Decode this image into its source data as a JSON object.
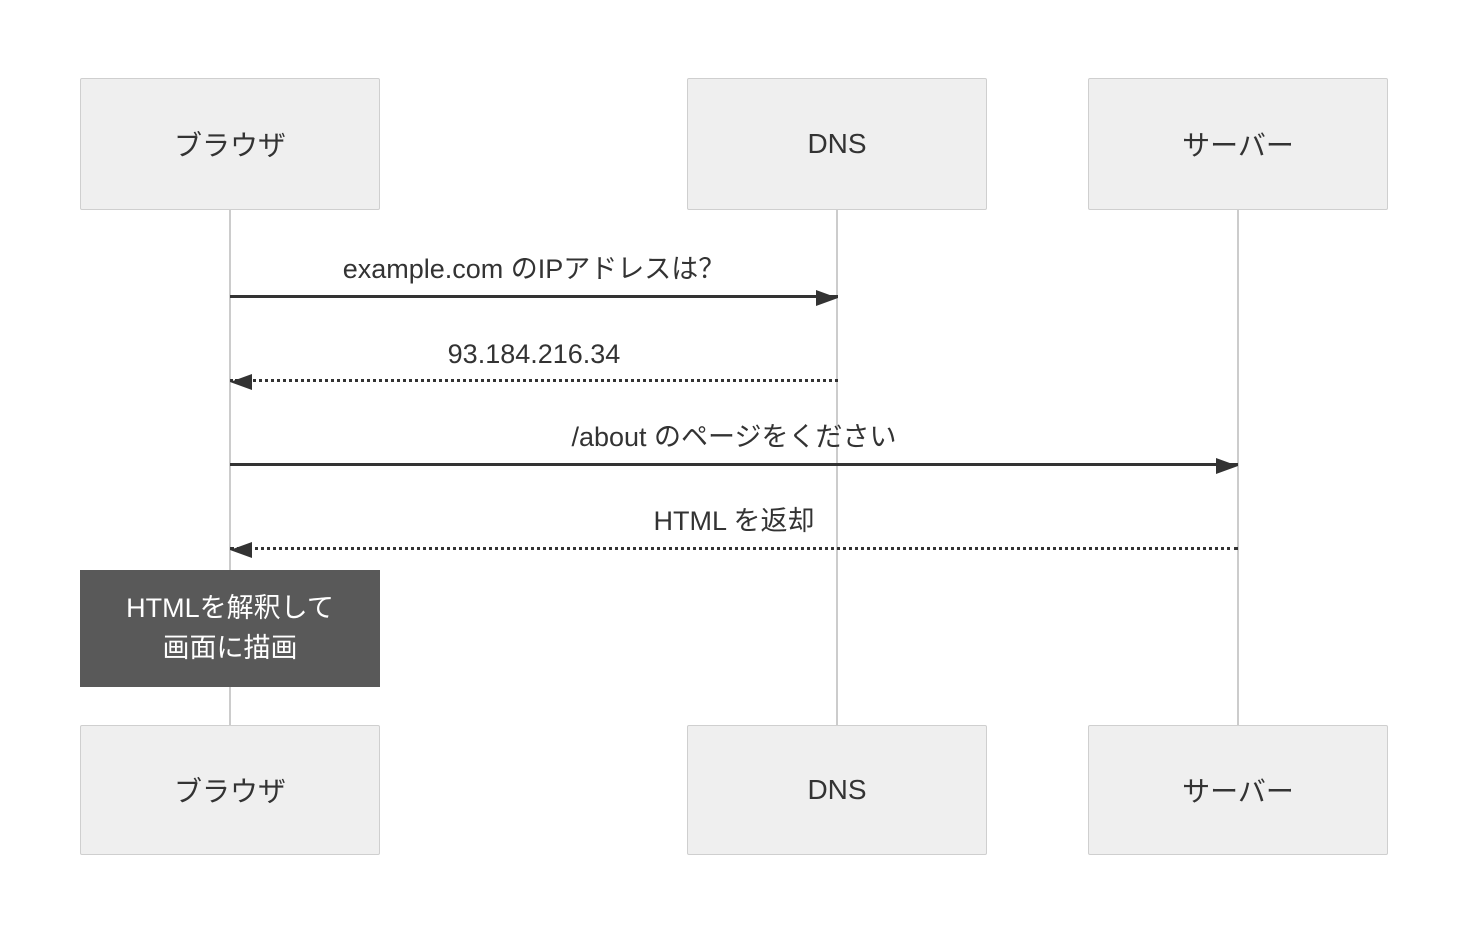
{
  "diagram": {
    "type": "sequence-diagram",
    "actors": [
      {
        "id": "browser",
        "label": "ブラウザ"
      },
      {
        "id": "dns",
        "label": "DNS"
      },
      {
        "id": "server",
        "label": "サーバー"
      }
    ],
    "messages": [
      {
        "from": "browser",
        "to": "dns",
        "style": "solid",
        "label": "example.com のIPアドレスは？"
      },
      {
        "from": "dns",
        "to": "browser",
        "style": "dashed",
        "label": "93.184.216.34"
      },
      {
        "from": "browser",
        "to": "server",
        "style": "solid",
        "label": "/about のページをください"
      },
      {
        "from": "server",
        "to": "browser",
        "style": "dashed",
        "label": "HTML を返却"
      }
    ],
    "note": {
      "attached_to": "browser",
      "lines": [
        "HTMLを解釈して",
        "画面に描画"
      ]
    },
    "colors": {
      "background": "#ffffff",
      "actor_fill": "#efefef",
      "actor_border": "#cfcfcf",
      "lifeline": "#cccccc",
      "arrow": "#333333",
      "note_fill": "#595959",
      "note_text": "#ffffff"
    }
  }
}
